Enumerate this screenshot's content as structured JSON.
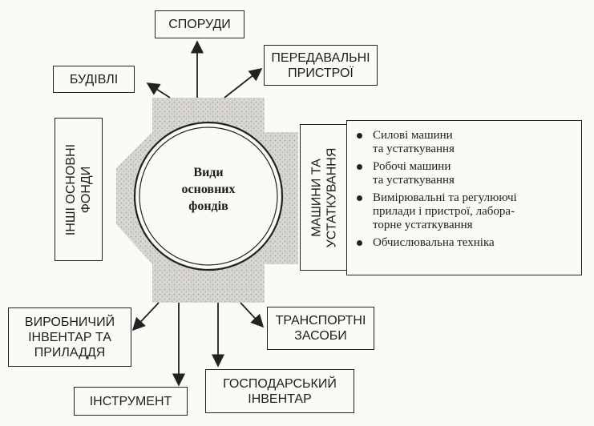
{
  "diagram": {
    "center": {
      "lines": [
        "Види",
        "основних",
        "фондів"
      ]
    },
    "nodes": {
      "sporudy": {
        "lines": [
          "СПОРУДИ"
        ]
      },
      "budivli": {
        "lines": [
          "БУДІВЛІ"
        ]
      },
      "peredavalni": {
        "lines": [
          "ПЕРЕДАВАЛЬНІ",
          "ПРИСТРОЇ"
        ]
      },
      "inshi": {
        "lines": [
          "ІНШІ ОСНОВНІ",
          "ФОНДИ"
        ]
      },
      "mashyny": {
        "lines": [
          "МАШИНИ ТА",
          "УСТАТКУВАННЯ"
        ]
      },
      "vyrobnychyi": {
        "lines": [
          "ВИРОБНИЧИЙ",
          "ІНВЕНТАР ТА",
          "ПРИЛАДДЯ"
        ]
      },
      "transportni": {
        "lines": [
          "ТРАНСПОРТНІ",
          "ЗАСОБИ"
        ]
      },
      "instrument": {
        "lines": [
          "ІНСТРУМЕНТ"
        ]
      },
      "hospodarskyi": {
        "lines": [
          "ГОСПОДАРСЬКИЙ",
          "ІНВЕНТАР"
        ]
      }
    },
    "machine_types": [
      {
        "lines": [
          "Силові машини",
          "та устаткування"
        ]
      },
      {
        "lines": [
          "Робочі машини",
          "та устаткування"
        ]
      },
      {
        "lines": [
          "Вимірювальні та регулюючі",
          "прилади і пристрої, лабора-",
          "торне устаткування"
        ]
      },
      {
        "lines": [
          "Обчислювальна техніка"
        ]
      }
    ]
  }
}
